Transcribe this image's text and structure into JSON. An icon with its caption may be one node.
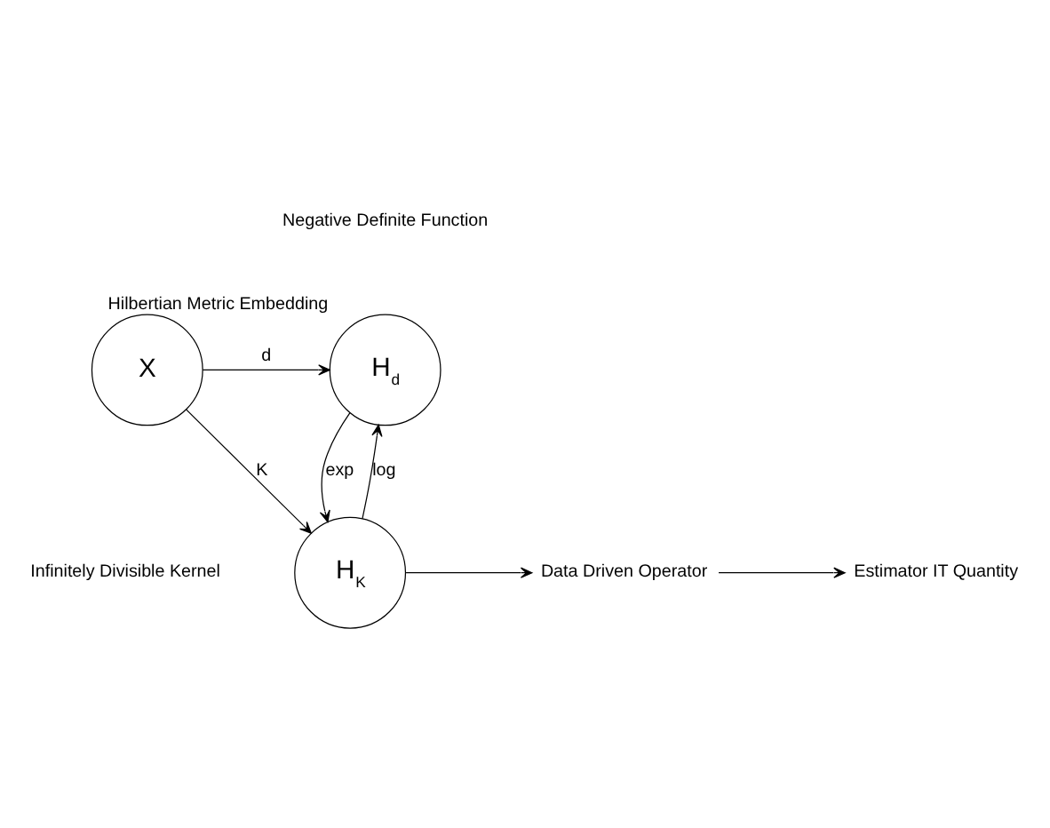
{
  "diagram": {
    "nodes": [
      {
        "text": [
          "X"
        ]
      },
      {
        "text": [
          "H$_{d}$"
        ],
        "beside": [
          "Hilbertian Metric Embedding"
        ]
      },
      {
        "text": [
          "H$_{K}$"
        ]
      },
      {
        "text": [
          "Data Driven Operator"
        ]
      },
      {
        "text": [
          "Estimator IT Quantity"
        ]
      }
    ],
    "edges": [
      {
        "from": 0,
        "to": 1,
        "arrow": "to",
        "label": "d"
      },
      {
        "from": 0,
        "to": 2,
        "arrow": "to",
        "label": "K"
      },
      {
        "from": 2,
        "to": 1,
        "arrow": "to",
        "label": "log"
      },
      {
        "from": 1,
        "to": 2,
        "arrow": "to",
        "label": "exp"
      },
      {
        "from": 2,
        "to": 3,
        "arrow": "to"
      },
      {
        "from": 3,
        "to": 4,
        "arrow": "to"
      }
    ],
    "labels": [
      "Negative Definite Function",
      "Infinitely Divisible Kernel"
    ]
  }
}
